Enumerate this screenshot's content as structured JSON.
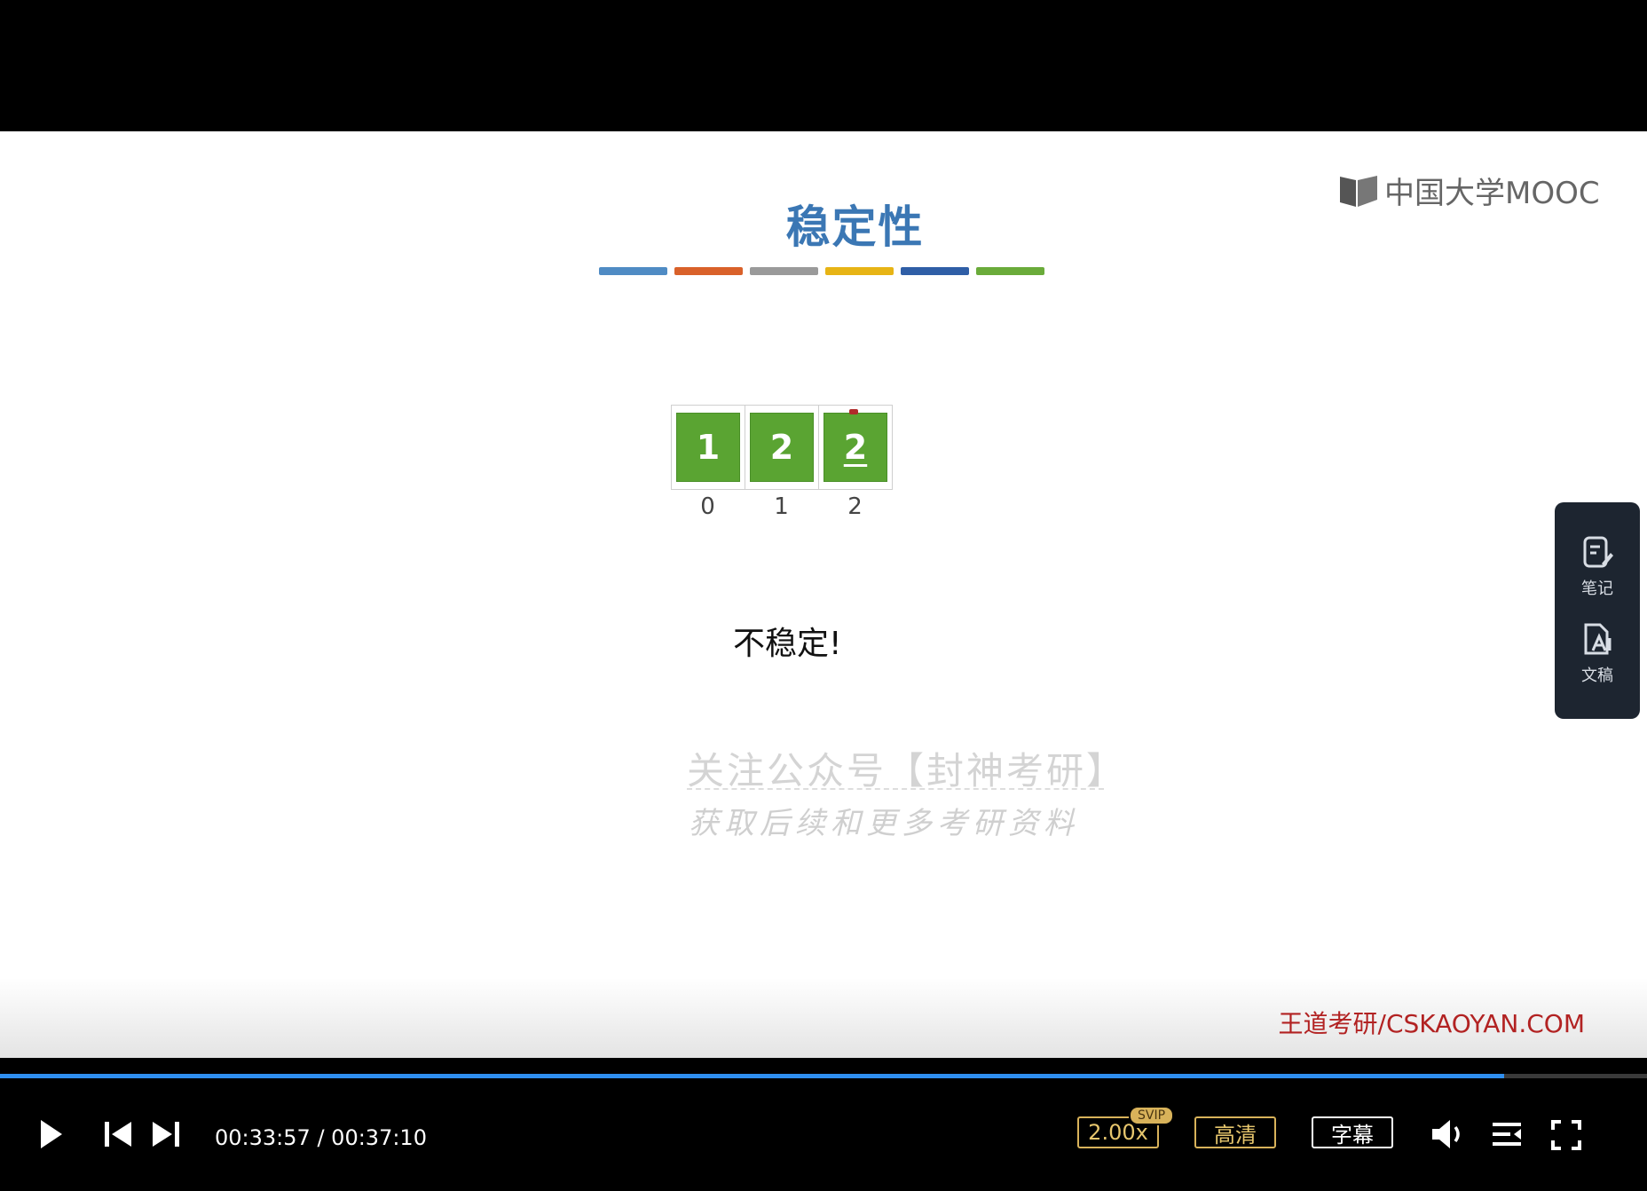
{
  "slide": {
    "title": "稳定性",
    "title_bar_colors": [
      "#4f8bc4",
      "#d9612a",
      "#9a9a9a",
      "#e7b415",
      "#2f5ea6",
      "#6aab3a"
    ],
    "logo_text": "中国大学MOOC",
    "array": [
      {
        "value": "1",
        "index": "0"
      },
      {
        "value": "2",
        "index": "1"
      },
      {
        "value": "2",
        "index": "2"
      }
    ],
    "verdict": "不稳定!",
    "watermark_line1": "关注公众号【封神考研】",
    "watermark_line2": "获取后续和更多考研资料",
    "brand": "王道考研/CSKAOYAN.COM"
  },
  "side_panel": {
    "notes_label": "笔记",
    "transcript_label": "文稿"
  },
  "player": {
    "current_time": "00:33:57",
    "separator": "/",
    "duration": "00:37:10",
    "progress_fraction": 0.913,
    "speed_label": "2.00x",
    "svip_badge": "SVIP",
    "quality_label": "高清",
    "subtitle_label": "字幕",
    "icons": [
      "play-icon",
      "previous-icon",
      "next-icon",
      "volume-icon",
      "playlist-icon",
      "fullscreen-icon"
    ]
  }
}
